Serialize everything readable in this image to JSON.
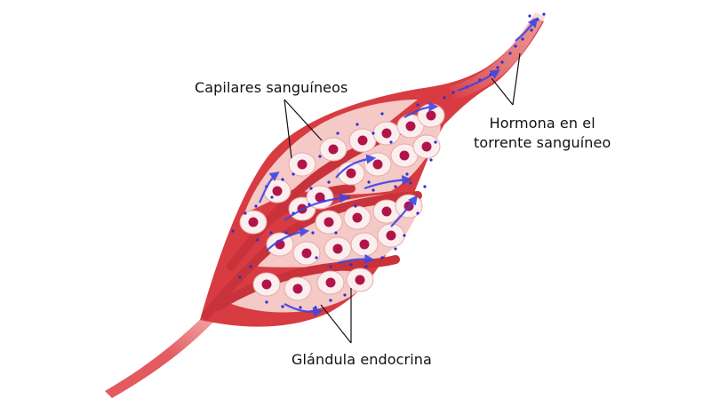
{
  "labels": {
    "capillaries": "Capilares sanguíneos",
    "hormone_line1": "Hormona en el",
    "hormone_line2": "torrente sanguíneo",
    "gland": "Glándula endocrina"
  },
  "colors": {
    "vessel": "#d83b42",
    "vessel_dark": "#b32a32",
    "tissue": "#f4c9c6",
    "cell": "#fbeeee",
    "nucleus": "#b0154a",
    "hormone": "#2b2fd9",
    "arrow": "#3a45e6"
  }
}
